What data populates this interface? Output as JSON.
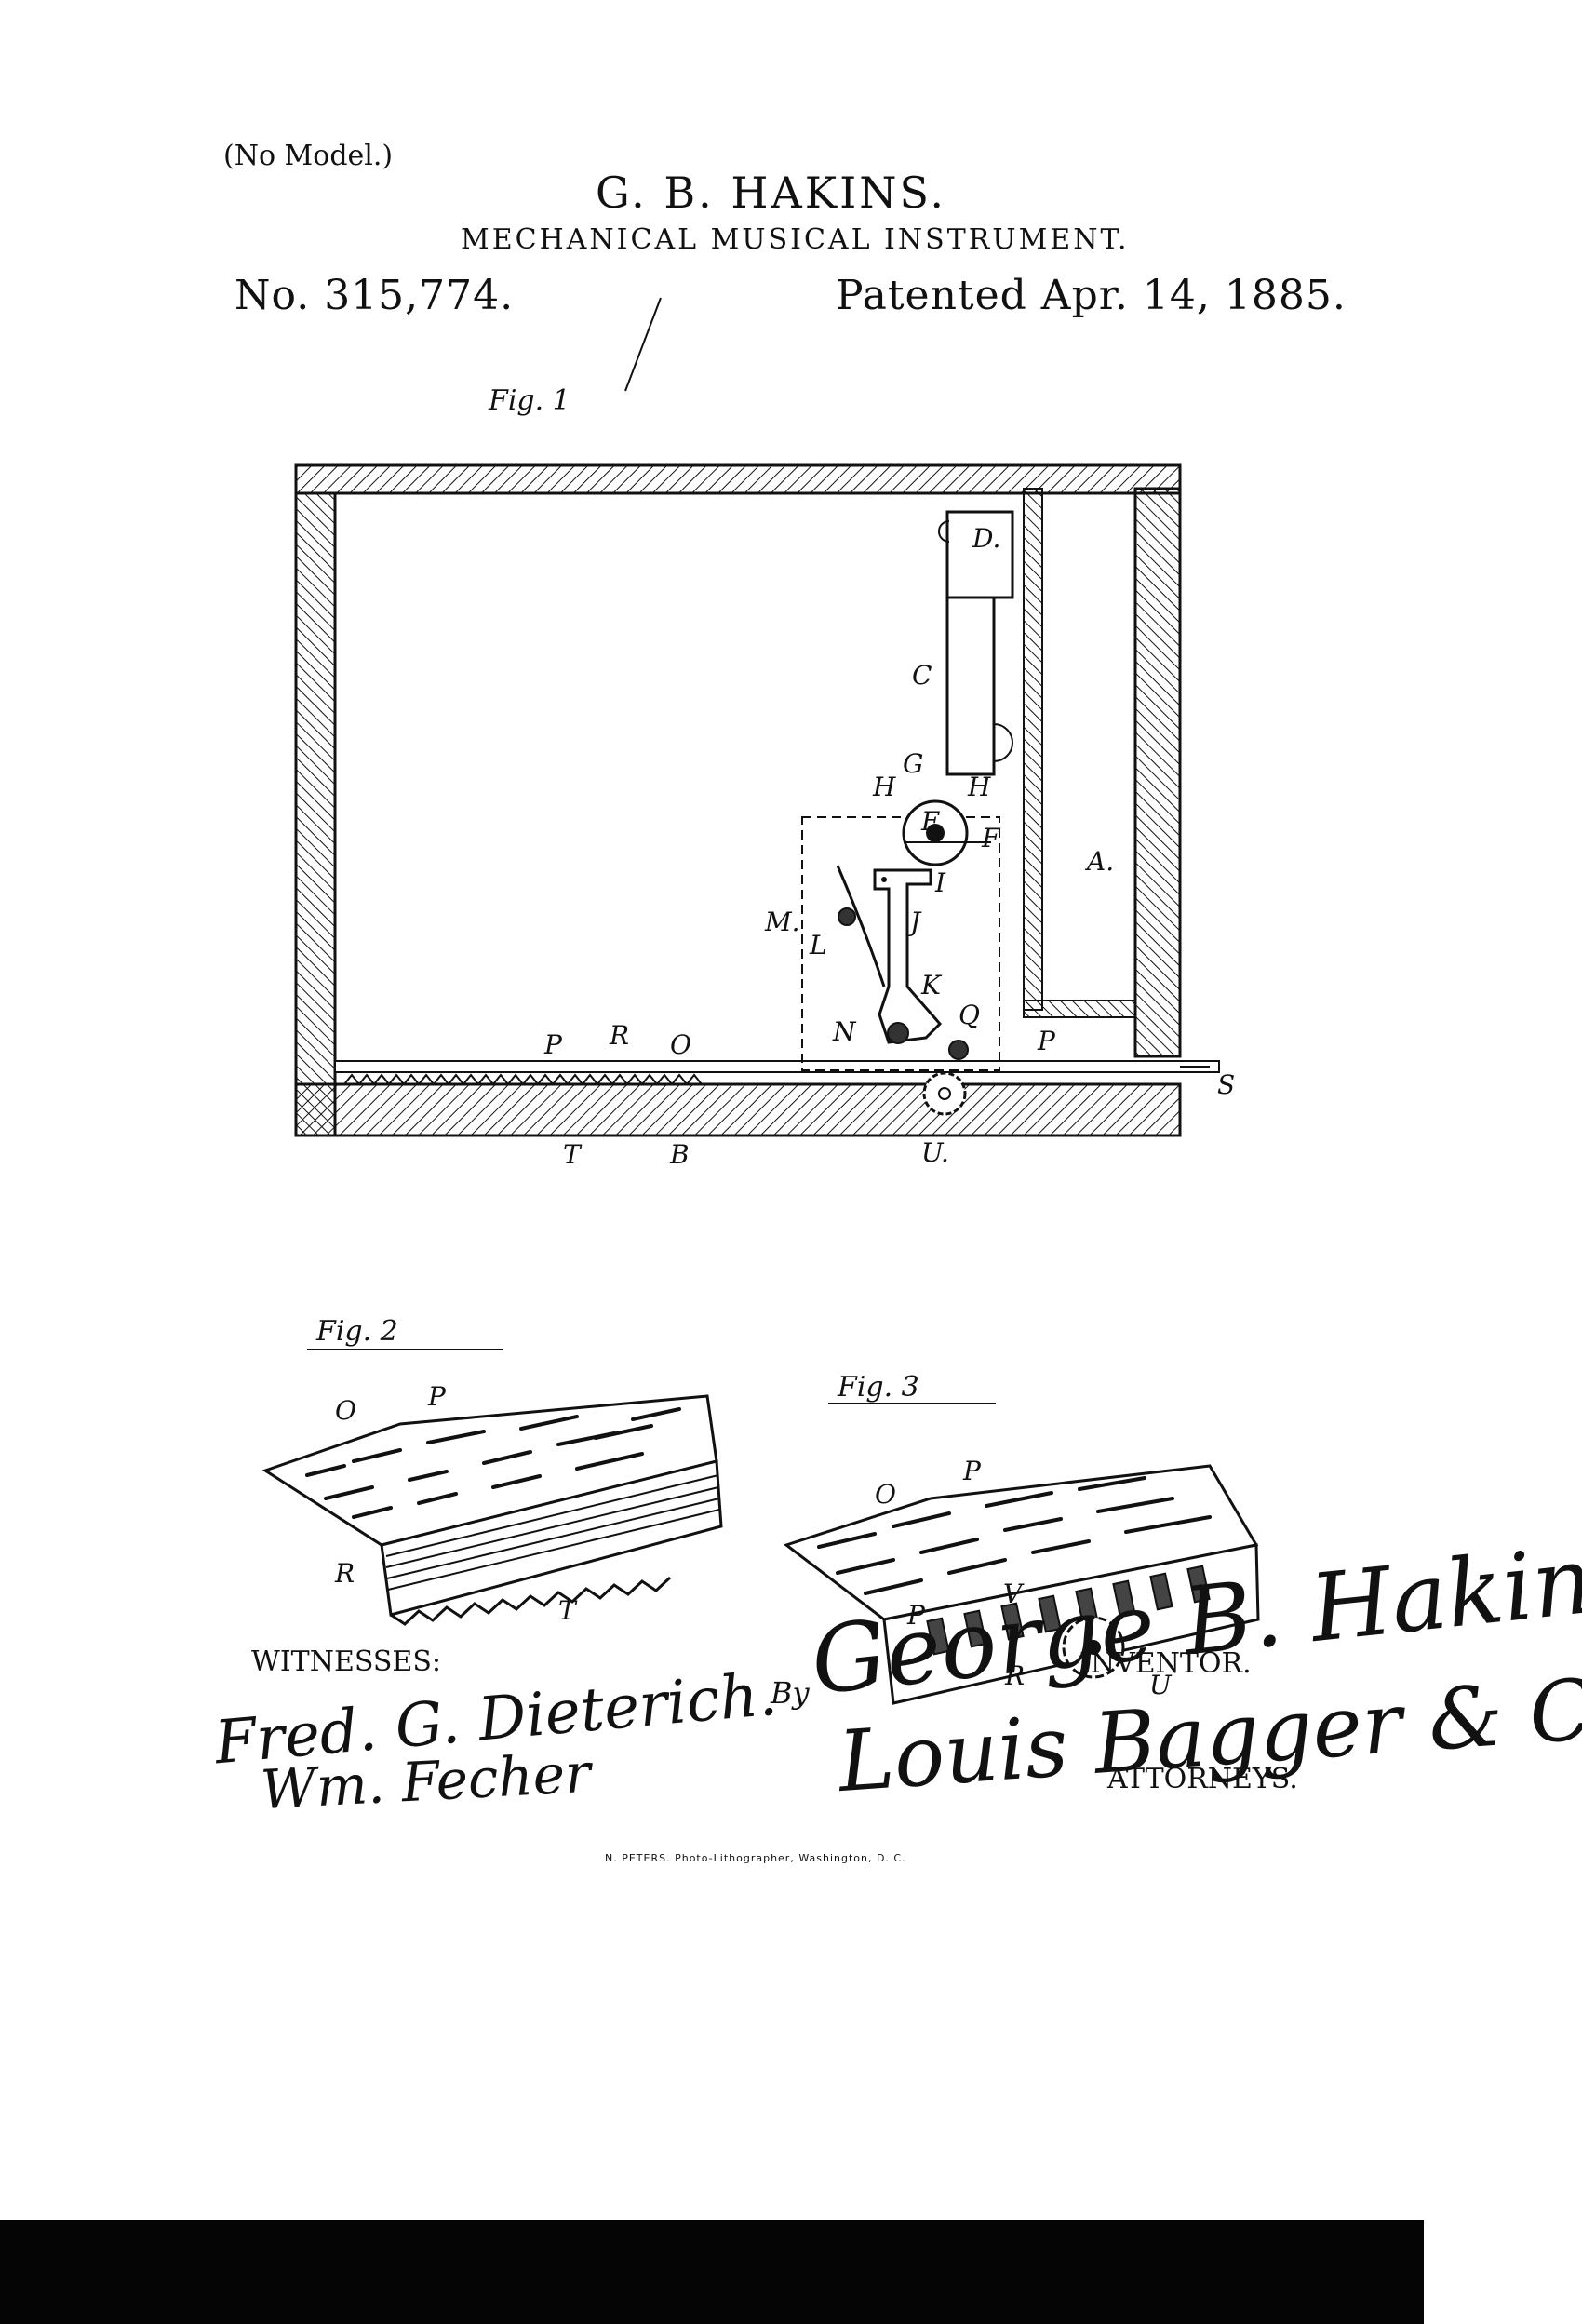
{
  "header": {
    "no_model": "(No Model.)",
    "inventor": "G. B. HAKINS.",
    "title": "MECHANICAL MUSICAL INSTRUMENT.",
    "patent_number": "No. 315,774.",
    "patent_date": "Patented Apr. 14, 1885."
  },
  "figures": {
    "fig1": {
      "label": "Fig. 1",
      "parts": {
        "A": "A.",
        "B": "B",
        "C": "C",
        "D": "D.",
        "E": "E",
        "F": "F",
        "G": "G",
        "H1": "H",
        "H2": "H",
        "I": "I",
        "J": "J",
        "K": "K",
        "L": "L",
        "M": "M.",
        "N": "N",
        "O": "O",
        "P1": "P",
        "P2": "P",
        "Q": "Q",
        "R": "R",
        "S": "S",
        "T": "T",
        "U": "U."
      }
    },
    "fig2": {
      "label": "Fig. 2",
      "parts": {
        "O": "O",
        "P": "P",
        "R": "R",
        "T": "T"
      }
    },
    "fig3": {
      "label": "Fig. 3",
      "parts": {
        "O": "O",
        "P1": "P",
        "P2": "P",
        "V": "V",
        "R": "R",
        "U": "U"
      }
    }
  },
  "footer": {
    "witnesses_label": "WITNESSES:",
    "inventor_label": "INVENTOR.",
    "by_label": "By",
    "attorneys_label": "ATTORNEYS.",
    "inventor_signature": "George B. Hakins",
    "attorney_signature": "Louis Bagger & Co.",
    "witness1_signature": "Fred. G. Dieterich.",
    "witness2_signature": "Wm. Fecher",
    "lithographer": "N. PETERS. Photo-Lithographer, Washington, D. C."
  }
}
